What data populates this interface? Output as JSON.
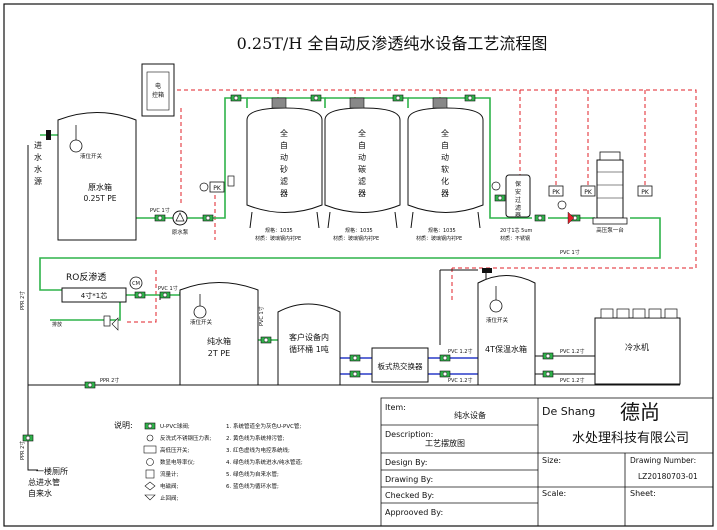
{
  "title": "0.25T/H 全自动反渗透纯水设备工艺流程图",
  "colors": {
    "green_pipe": "#2fb34a",
    "blue_pipe": "#2a3cc8",
    "red_dashed": "#e0202a",
    "black": "#111111"
  },
  "left_side": {
    "inlet_label": "进水水源",
    "bottom_label_1": "一楼厕所",
    "bottom_label_2": "总进水管",
    "bottom_label_3": "自来水",
    "ppr_label_1": "PPR  2寸",
    "ppr_label_2": "PPR  2寸"
  },
  "equipment": {
    "raw_tank": {
      "name": "原水箱",
      "spec": "0.25T PE",
      "switch": "液位开关"
    },
    "control_box": {
      "name": "电控箱"
    },
    "pump_label": "原水泵",
    "pk": "PK",
    "pvc_small": "PVC 1寸",
    "sand_filter": {
      "name": "全自动砂滤器",
      "spec": "规格：1035",
      "material": "材质：玻璃钢内衬PE"
    },
    "carbon_filter": {
      "name": "全自动碳滤器",
      "spec": "规格：1035",
      "material": "材质：玻璃钢内衬PE"
    },
    "softener": {
      "name": "全自动软化器",
      "spec": "规格：1035",
      "material": "材质：玻璃钢内衬PE"
    },
    "security_filter": {
      "name": "保安过滤器",
      "spec": "20寸1芯 5um",
      "material": "材质：不锈钢"
    },
    "hp_pump": {
      "name": "高压泵一台"
    },
    "pvc_big": "PVC 1寸",
    "ro": {
      "name": "RO反渗透",
      "spec": "4寸*1芯",
      "cm": "CM"
    },
    "drain": "排放",
    "pvc_ro": "PVC 1寸",
    "pure_tank": {
      "name": "纯水箱",
      "spec": "2T PE",
      "switch": "液位开关"
    },
    "customer_tank": {
      "name": "客户设备内",
      "name2": "循环桶 1吨"
    },
    "heat_exchanger": {
      "name": "板式热交换器"
    },
    "insulation_tank": {
      "name": "4T保温水箱",
      "switch": "液位开关"
    },
    "chiller": {
      "name": "冷水机"
    },
    "pvc_ex_1": "PVC 1.2寸",
    "pvc_ex_2": "PVC 1.2寸",
    "pvc_ch_1": "PVC 1.2寸",
    "pvc_ch_2": "PVC 1.2寸",
    "ppr_bottom": "PPR  2寸",
    "pvc_pure": "PVC 1寸"
  },
  "legend": {
    "title": "说明:",
    "items": [
      "U-PVC球阀;",
      "反洗式不锈钢压力表;",
      "高低压开关;",
      "数显电导率仪;",
      "流量计;",
      "电磁阀;",
      "止回阀;"
    ],
    "notes": [
      "1. 系统管道全为灰色U-PVC管;",
      "2. 黄色线为系统排污管;",
      "3. 红色虚线为电控系统线;",
      "4. 绿色线为系统进水/纯水管道;",
      "5. 绿色线为自来水管;",
      "6. 蓝色线为循环水管;"
    ]
  },
  "title_block": {
    "item_label": "Item:",
    "item_value": "纯水设备",
    "description_label": "Description:",
    "description_value": "工艺摆放图",
    "company_en": "De Shang",
    "company_cn_big": "德尚",
    "company_cn_sub": "水处理科技有限公司",
    "design_by": "Design By:",
    "drawing_by": "Drawing By:",
    "checked_by": "Checked By:",
    "approved_by": "Approoved By:",
    "size_label": "Size:",
    "drawing_number_label": "Drawing Number:",
    "drawing_number": "LZ20180703-01",
    "scale_label": "Scale:",
    "sheet_label": "Sheet:"
  }
}
